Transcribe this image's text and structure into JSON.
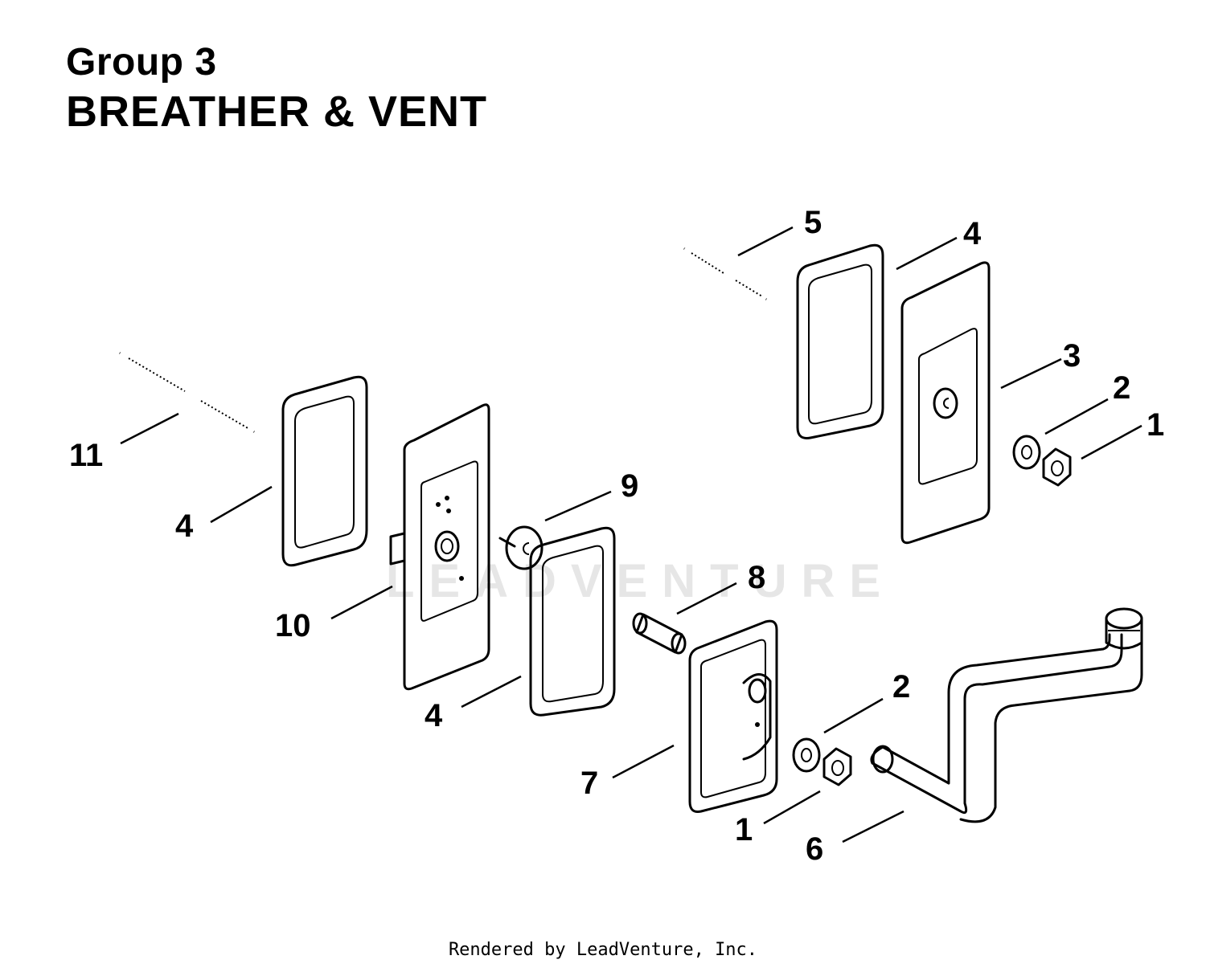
{
  "header": {
    "group": "Group 3",
    "section": "BREATHER & VENT"
  },
  "callouts": {
    "c1a": "1",
    "c1b": "1",
    "c2a": "2",
    "c2b": "2",
    "c3": "3",
    "c4a": "4",
    "c4b": "4",
    "c4c": "4",
    "c5": "5",
    "c6": "6",
    "c7": "7",
    "c8": "8",
    "c9": "9",
    "c10": "10",
    "c11": "11"
  },
  "watermark": "LEADVENTURE",
  "footer": "Rendered by LeadVenture, Inc."
}
